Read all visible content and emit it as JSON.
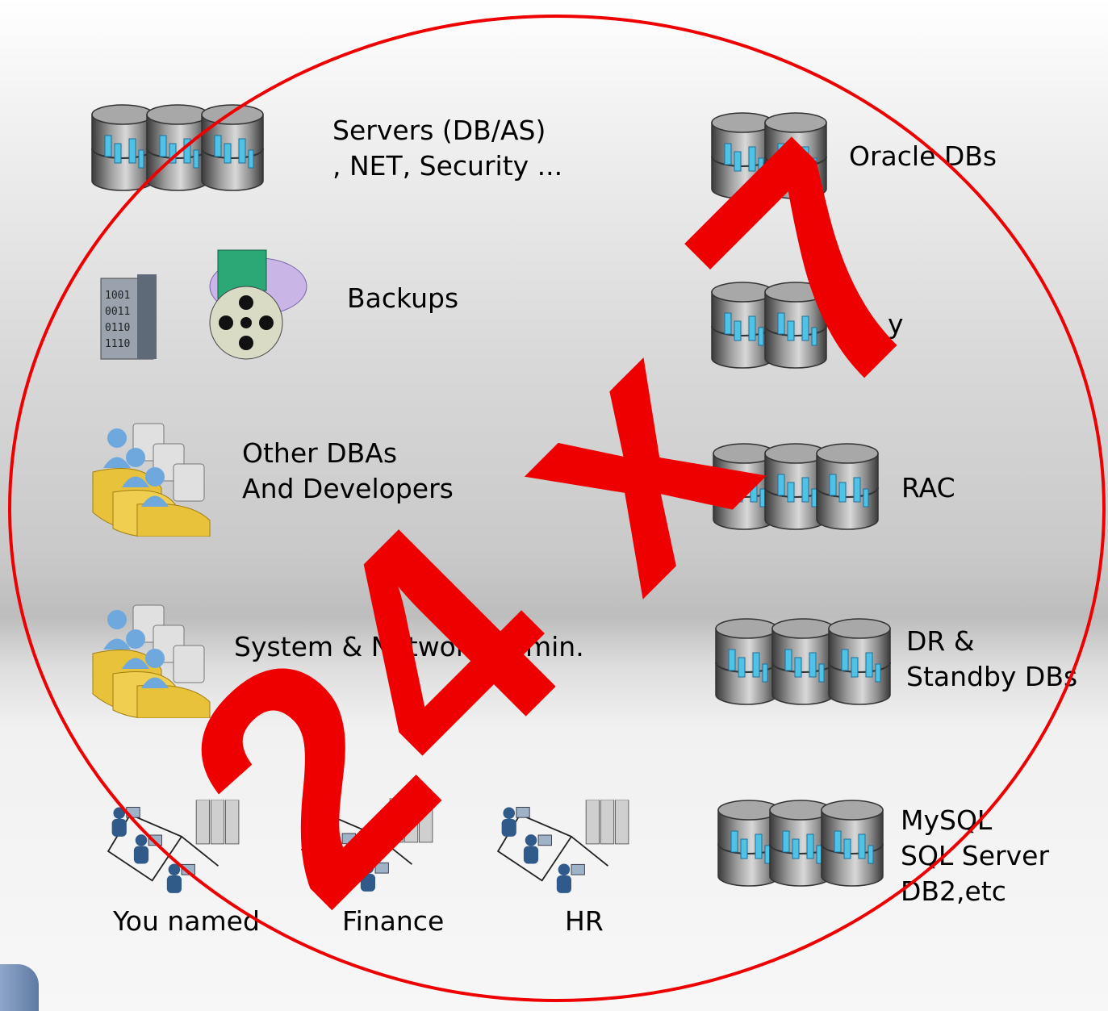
{
  "left_items": {
    "servers": {
      "line1": "Servers  (DB/AS)",
      "line2": ", NET, Security ...",
      "icon": "database-cluster-icon"
    },
    "backups": {
      "label": "Backups",
      "icon": "backup-media-icon"
    },
    "other_dbas": {
      "line1": "Other DBAs",
      "line2": "And Developers",
      "icon": "users-workstations-icon"
    },
    "sysadmin": {
      "label": "System & Network Admin.",
      "icon": "users-workstations-icon"
    }
  },
  "business_units": [
    {
      "label": "You named",
      "icon": "network-users-icon"
    },
    {
      "label": "Finance",
      "icon": "network-users-icon"
    },
    {
      "label": "HR",
      "icon": "network-users-icon"
    }
  ],
  "right_items": {
    "oracle": {
      "label": "Oracle DBs"
    },
    "second": {
      "label": "y"
    },
    "rac": {
      "label": "RAC"
    },
    "dr": {
      "line1": "DR &",
      "line2": "Standby DBs"
    },
    "other": {
      "line1": "MySQL",
      "line2": "SQL Server",
      "line3": "DB2,etc"
    }
  },
  "overlay": {
    "text": "24 x 7",
    "color": "#ee0000"
  },
  "colors": {
    "circle": "#ee0000",
    "db_body": "#8a8a8a",
    "db_stripe": "#4fc3e6",
    "user_desk": "#e8c23a"
  }
}
